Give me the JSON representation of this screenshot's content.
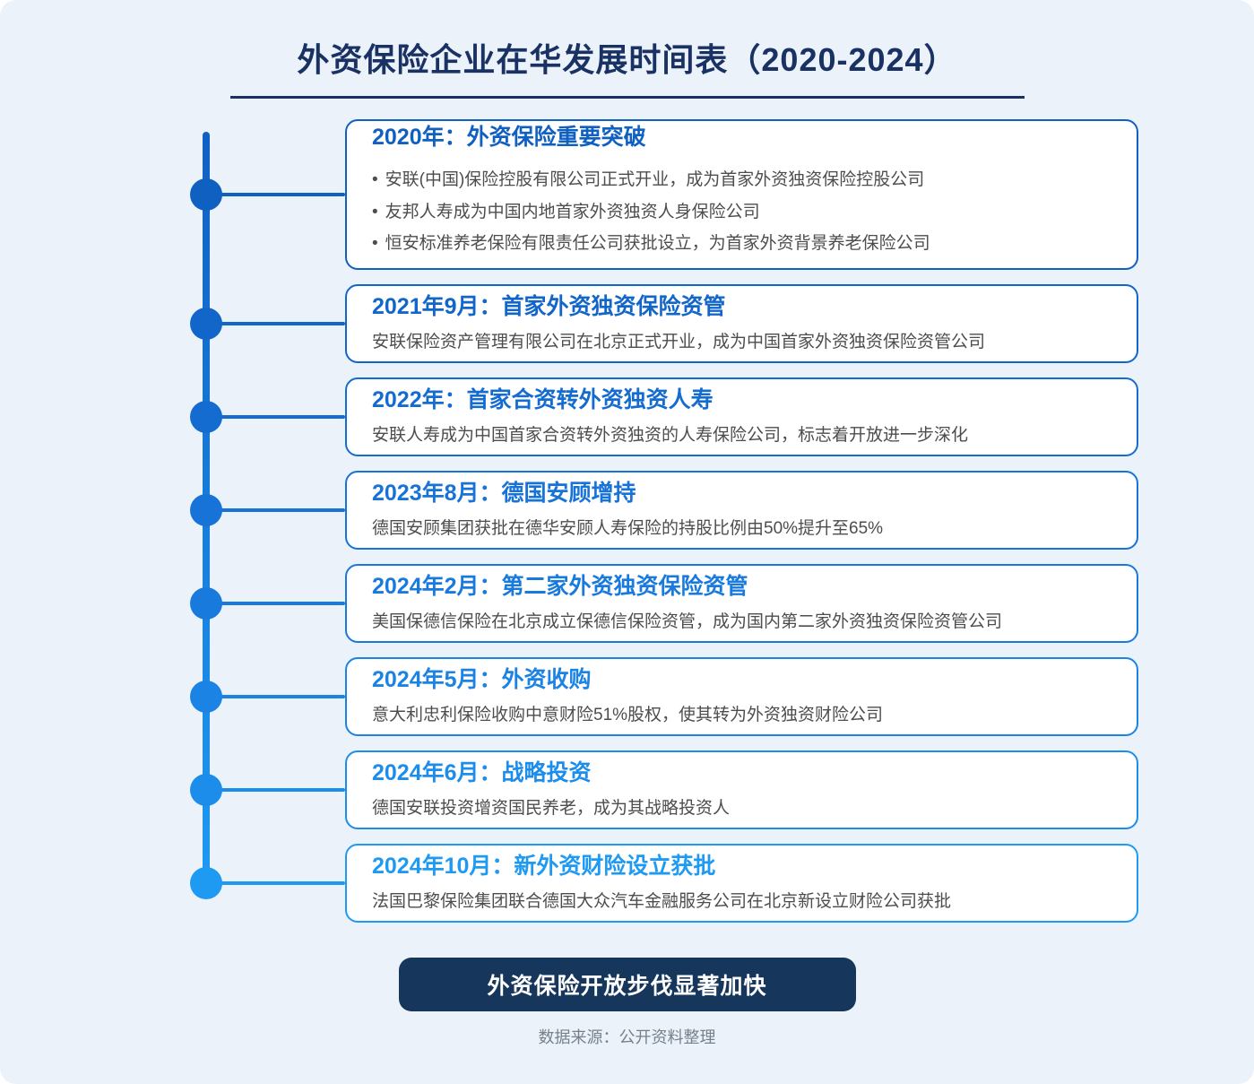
{
  "page": {
    "title": "外资保险企业在华发展时间表（2020-2024）",
    "summary_banner": "外资保险开放步伐显著加快",
    "source_note": "数据来源：公开资料整理"
  },
  "colors": {
    "panel_background": "#ebf2fa",
    "title_navy": "#1a3263",
    "banner_navy": "#16365c",
    "card_background": "#ffffff",
    "body_text": "#4d4d4d",
    "timeline_gradient_top": "#1060c2",
    "timeline_gradient_bottom": "#1f9af2",
    "source_gray": "#76808c"
  },
  "timeline": {
    "bullet_marker": "•",
    "events": [
      {
        "title": "2020年：外资保险重要突破",
        "accent": "#1060c2",
        "bullets": [
          "安联(中国)保险控股有限公司正式开业，成为首家外资独资保险控股公司",
          "友邦人寿成为中国内地首家外资独资人身保险公司",
          "恒安标准养老保险有限责任公司获批设立，为首家外资背景养老保险公司"
        ]
      },
      {
        "title": "2021年9月：首家外资独资保险资管",
        "accent": "#1366c9",
        "desc": "安联保险资产管理有限公司在北京正式开业，成为中国首家外资独资保险资管公司"
      },
      {
        "title": "2022年：首家合资转外资独资人寿",
        "accent": "#156cd0",
        "desc": "安联人寿成为中国首家合资转外资独资的人寿保险公司，标志着开放进一步深化"
      },
      {
        "title": "2023年8月：德国安顾增持",
        "accent": "#1773d7",
        "desc": "德国安顾集团获批在德华安顾人寿保险的持股比例由50%提升至65%"
      },
      {
        "title": "2024年2月：第二家外资独资保险资管",
        "accent": "#197add",
        "desc": "美国保德信保险在北京成立保德信保险资管，成为国内第二家外资独资保险资管公司"
      },
      {
        "title": "2024年5月：外资收购",
        "accent": "#1b83e4",
        "desc": "意大利忠利保险收购中意财险51%股权，使其转为外资独资财险公司"
      },
      {
        "title": "2024年6月：战略投资",
        "accent": "#1d8deb",
        "desc": "德国安联投资增资国民养老，成为其战略投资人"
      },
      {
        "title": "2024年10月：新外资财险设立获批",
        "accent": "#1f9af2",
        "desc": "法国巴黎保险集团联合德国大众汽车金融服务公司在北京新设立财险公司获批"
      }
    ]
  }
}
